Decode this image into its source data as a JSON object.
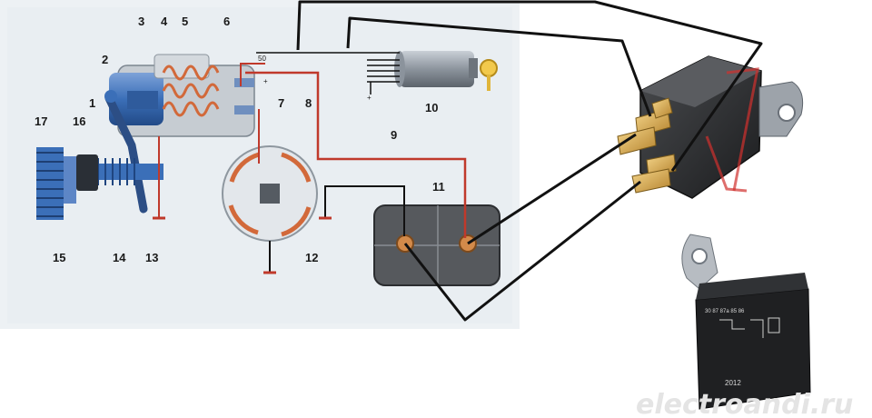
{
  "diagram": {
    "part_labels": [
      "1",
      "2",
      "3",
      "4",
      "5",
      "6",
      "7",
      "8",
      "9",
      "10",
      "11",
      "12",
      "13",
      "14",
      "15",
      "16",
      "17"
    ],
    "terminal_labels": {
      "t50": "50",
      "plus_top": "+",
      "ignition_plus": "+"
    },
    "relay_bottom": {
      "pin_codes": "30  87  87a  85  86",
      "number": "2012"
    },
    "watermark": "electroandi.ru",
    "colors": {
      "wire_black": "#111111",
      "wire_red": "#c0392b",
      "motor_blue": "#3b6fb8",
      "coil_orange": "#d2693a",
      "paper": "#edf1f4"
    }
  }
}
